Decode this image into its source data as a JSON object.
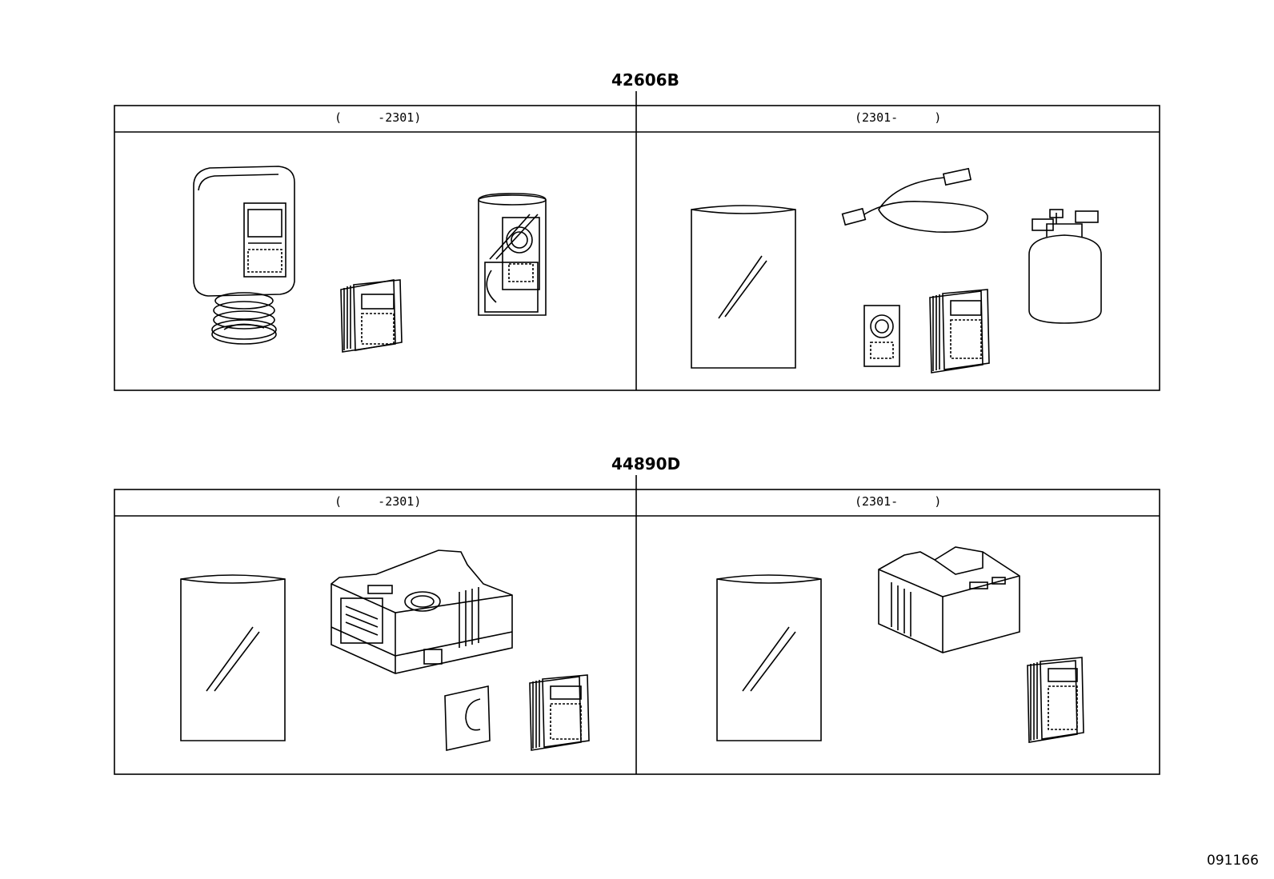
{
  "groups": [
    {
      "part_number": "42606B",
      "left_period": "(     -2301)",
      "right_period": "(2301-     )"
    },
    {
      "part_number": "44890D",
      "left_period": "(     -2301)",
      "right_period": "(2301-     )"
    }
  ],
  "illustration_ref": "091166"
}
